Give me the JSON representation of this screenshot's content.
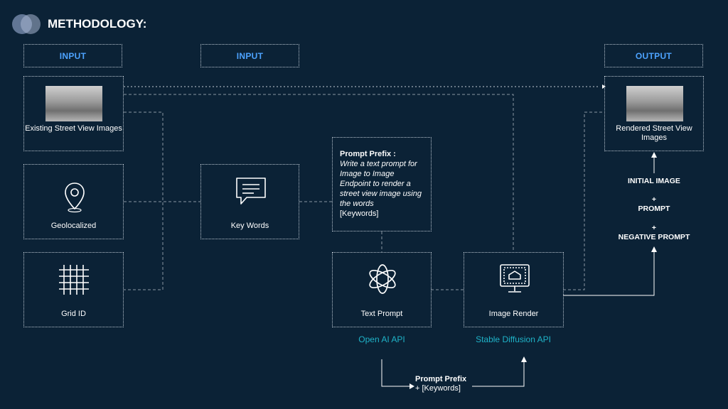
{
  "title": "METHODOLOGY:",
  "headers": {
    "input1": "INPUT",
    "input2": "INPUT",
    "output": "OUTPUT"
  },
  "boxes": {
    "street_view": "Existing Street View Images",
    "geolocalized": "Geolocalized",
    "grid_id": "Grid ID",
    "keywords": "Key Words",
    "text_prompt": "Text Prompt",
    "image_render": "Image Render",
    "rendered": "Rendered Street View Images"
  },
  "prompt_prefix": {
    "title": "Prompt Prefix :",
    "body": "Write a text prompt for Image to Image Endpoint to render a street view image using the words",
    "keywords": "[Keywords]"
  },
  "apis": {
    "openai": "Open AI API",
    "stable": "Stable Diffusion API"
  },
  "render_inputs": {
    "initial": "INITIAL IMAGE",
    "plus1": "+",
    "prompt": "PROMPT",
    "plus2": "+",
    "negative": "NEGATIVE PROMPT"
  },
  "bottom_label": {
    "title": "Prompt Prefix",
    "rest": "+ [Keywords]"
  },
  "colors": {
    "background": "#0b2236",
    "header": "#4da3ff",
    "api": "#1fb3c8"
  }
}
